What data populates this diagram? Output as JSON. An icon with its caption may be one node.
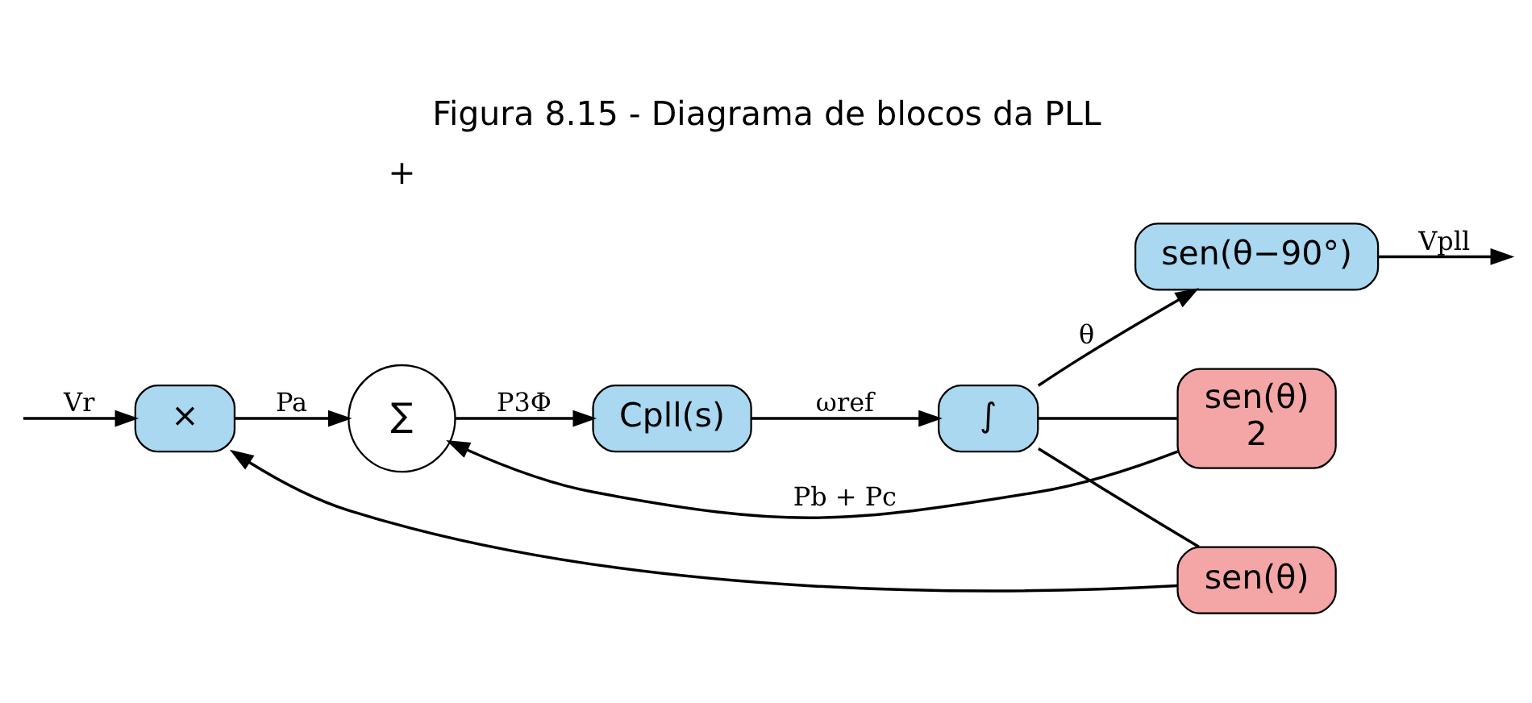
{
  "diagram": {
    "title": "Figura 8.15 - Diagrama de blocos da PLL",
    "nodes": [
      {
        "text": [
          "×"
        ]
      },
      {
        "text": [
          "∑"
        ]
      },
      {
        "text": [
          "Cpll(s)"
        ]
      },
      {
        "text": [
          "∫"
        ]
      },
      {
        "text": [
          "sen(θ−90°)"
        ]
      },
      {
        "text": [
          "sen(θ)",
          "2"
        ]
      },
      {
        "text": [
          "sen(θ)"
        ]
      }
    ],
    "edges": [
      {
        "from": null,
        "to": 0,
        "arrow": "to",
        "label": "Vr"
      },
      {
        "from": 0,
        "to": 1,
        "arrow": "to",
        "label": "Pa"
      },
      {
        "from": 1,
        "to": 2,
        "arrow": "to",
        "label": "P3Φ"
      },
      {
        "from": 2,
        "to": 3,
        "arrow": "to",
        "label": "ωref"
      },
      {
        "from": 3,
        "to": 4,
        "arrow": "to",
        "label": "θ"
      },
      {
        "from": 4,
        "to": null,
        "arrow": "to",
        "label": "Vpll"
      },
      {
        "from": 3,
        "to": 5,
        "arrow": "none"
      },
      {
        "from": 5,
        "to": 1,
        "arrow": "to",
        "label": "Pb + Pc"
      },
      {
        "from": 3,
        "to": 6,
        "arrow": "none"
      },
      {
        "from": 6,
        "to": 0,
        "arrow": "to"
      }
    ],
    "labels": [
      "+"
    ]
  }
}
